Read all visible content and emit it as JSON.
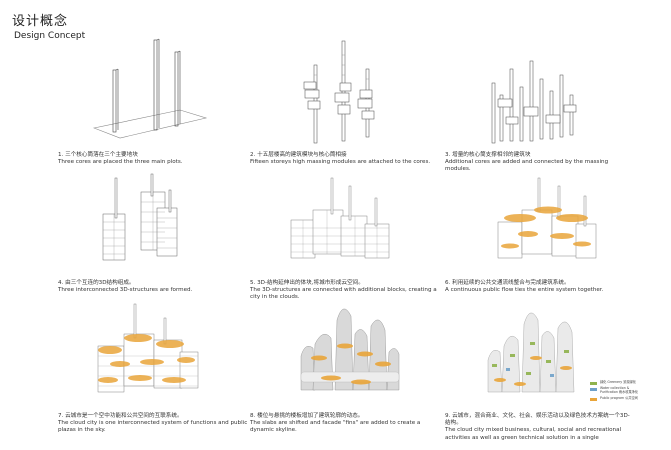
{
  "header": {
    "title_cn": "设计概念",
    "title_en": "Design Concept"
  },
  "colors": {
    "orange": "#e9a53a",
    "green": "#8fb24c",
    "blue": "#6fa1c9",
    "line": "#444444",
    "massing": "#d9d9d9"
  },
  "panels": [
    {
      "cn": "1. 三个核心筒落在三个主要地块",
      "en": "Three cores are placed the three main plots."
    },
    {
      "cn": "2. 十五层楼高的建筑模块与核心筒相接",
      "en": "Fifteen storeys high massing modules are attached to the cores."
    },
    {
      "cn": "3. 增量的核心筒支撑相邻的建筑块",
      "en": "Additional cores are added and connected by  the massing modules."
    },
    {
      "cn": "4. 由三个互连的3D结构组成。",
      "en": "Three interconnected 3D-structures are formed."
    },
    {
      "cn": "5. 3D-结构延伸出的体块,将城市形成云空间。",
      "en": "The 3D-structures are connected with additional blocks, creating a city in the clouds."
    },
    {
      "cn": "6. 利用延续的公共交通流线整合与完成建筑系统。",
      "en": "A continuous public flow ties the entire system together."
    },
    {
      "cn": "7. 云城市是一个空中功能和公共空间的互联系统。",
      "en": "The cloud city is one interconnected system of functions and public plazas in the sky."
    },
    {
      "cn": "8. 楼位与悬挑的楼板增加了建筑轮廓的动态。",
      "en": "The slabs are shifted and facade  \"fins\" are added to create a dynamic skyline."
    },
    {
      "cn": "9. 云城市，混合商业、文化、社会、娱乐活动以及绿色技术方案统一个3D-结构。",
      "en": "The cloud city mixed business, cultural, social and recreational activities as well as green technical solution in a single"
    }
  ],
  "legend": [
    {
      "label": "绿化 Greenery 景观绿化",
      "color": "#8fb24c"
    },
    {
      "label": "Water collection & Purification 雨水收集净化",
      "color": "#6fa1c9"
    },
    {
      "label": "Public program 公共空间",
      "color": "#e9a53a"
    }
  ]
}
